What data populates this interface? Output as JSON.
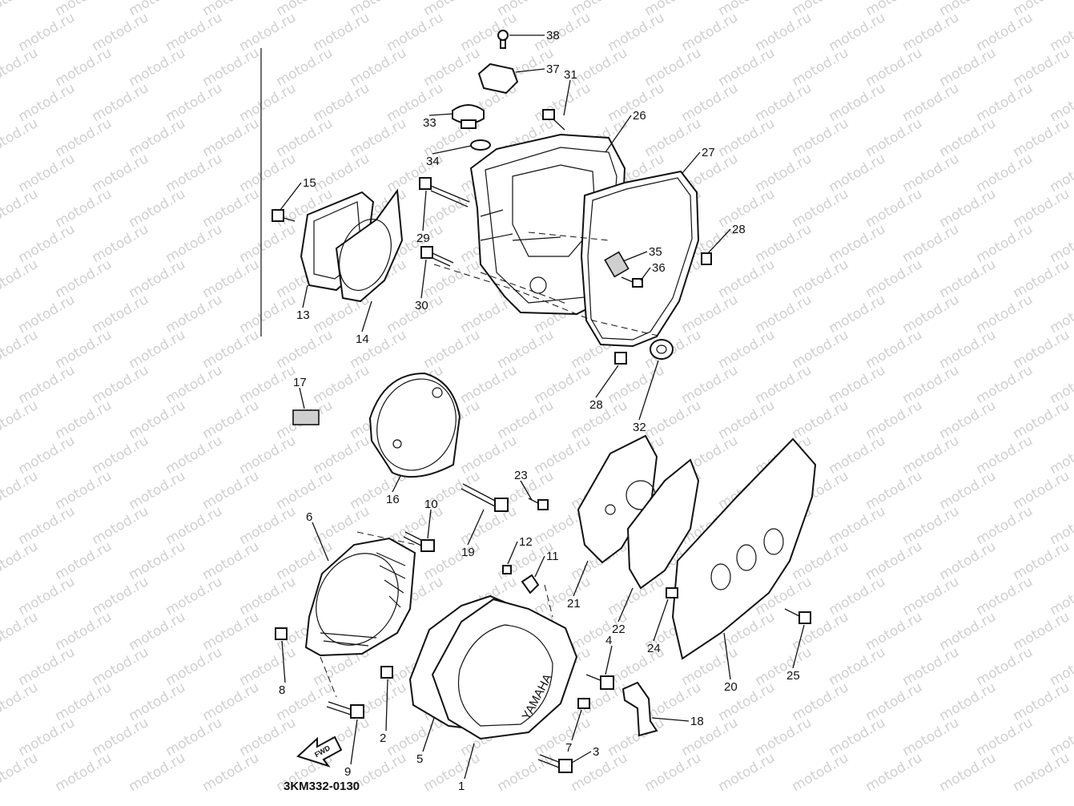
{
  "diagram": {
    "code": "3KM332-0130",
    "watermark": "motod.ru",
    "front_arrow_label": "FWD",
    "cover_brand": "YAMAHA",
    "part_labels": [
      "1",
      "2",
      "3",
      "4",
      "5",
      "6",
      "7",
      "8",
      "9",
      "10",
      "11",
      "12",
      "13",
      "14",
      "15",
      "16",
      "17",
      "18",
      "19",
      "20",
      "21",
      "22",
      "23",
      "24",
      "25",
      "26",
      "27",
      "28",
      "28",
      "29",
      "30",
      "31",
      "32",
      "33",
      "34",
      "35",
      "36",
      "37",
      "38"
    ]
  }
}
